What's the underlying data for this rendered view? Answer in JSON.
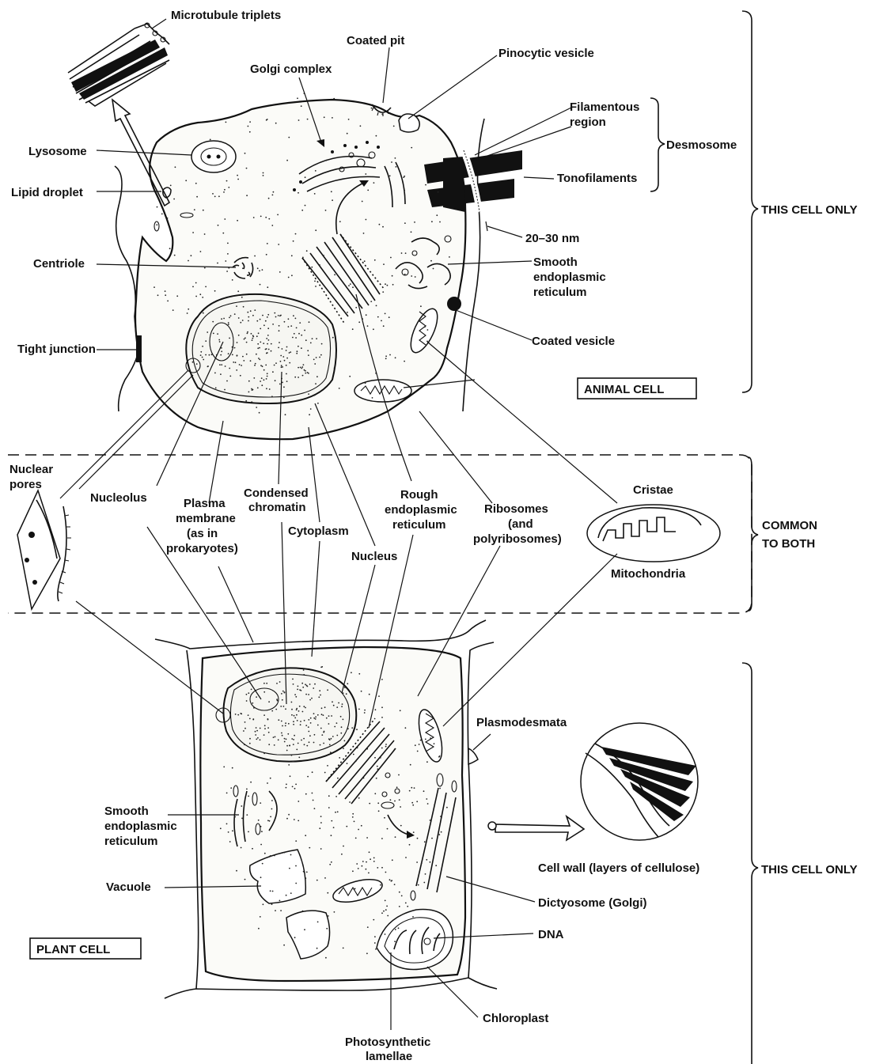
{
  "animal_labels": {
    "microtubule_triplets": "Microtubule triplets",
    "golgi_complex": "Golgi complex",
    "coated_pit": "Coated pit",
    "pinocytic_vesicle": "Pinocytic vesicle",
    "filamentous_region_1": "Filamentous",
    "filamentous_region_2": "region",
    "desmosome": "Desmosome",
    "tonofilaments": "Tonofilaments",
    "lysosome": "Lysosome",
    "lipid_droplet": "Lipid droplet",
    "gap_size": "20–30 nm",
    "centriole": "Centriole",
    "smooth_er_1": "Smooth",
    "smooth_er_2": "endoplasmic",
    "smooth_er_3": "reticulum",
    "tight_junction": "Tight junction",
    "coated_vesicle": "Coated vesicle",
    "animal_cell": "ANIMAL CELL"
  },
  "common_labels": {
    "nuclear_pores_1": "Nuclear",
    "nuclear_pores_2": "pores",
    "nucleolus": "Nucleolus",
    "plasma_membrane_1": "Plasma",
    "plasma_membrane_2": "membrane",
    "plasma_membrane_3": "(as in",
    "plasma_membrane_4": "prokaryotes)",
    "condensed_chromatin_1": "Condensed",
    "condensed_chromatin_2": "chromatin",
    "cytoplasm": "Cytoplasm",
    "nucleus": "Nucleus",
    "rough_er_1": "Rough",
    "rough_er_2": "endoplasmic",
    "rough_er_3": "reticulum",
    "ribosomes_1": "Ribosomes",
    "ribosomes_2": "(and",
    "ribosomes_3": "polyribosomes)",
    "cristae": "Cristae",
    "mitochondria": "Mitochondria"
  },
  "plant_labels": {
    "plasmodesmata": "Plasmodesmata",
    "smooth_er_1": "Smooth",
    "smooth_er_2": "endoplasmic",
    "smooth_er_3": "reticulum",
    "vacuole": "Vacuole",
    "cell_wall": "Cell wall (layers of cellulose)",
    "dictyosome": "Dictyosome (Golgi)",
    "dna": "DNA",
    "chloroplast": "Chloroplast",
    "photosynthetic_1": "Photosynthetic",
    "photosynthetic_2": "lamellae",
    "plant_cell": "PLANT CELL"
  },
  "sections": {
    "animal_only": "THIS CELL ONLY",
    "common_1": "COMMON",
    "common_2": "TO BOTH",
    "plant_only": "THIS CELL ONLY"
  }
}
